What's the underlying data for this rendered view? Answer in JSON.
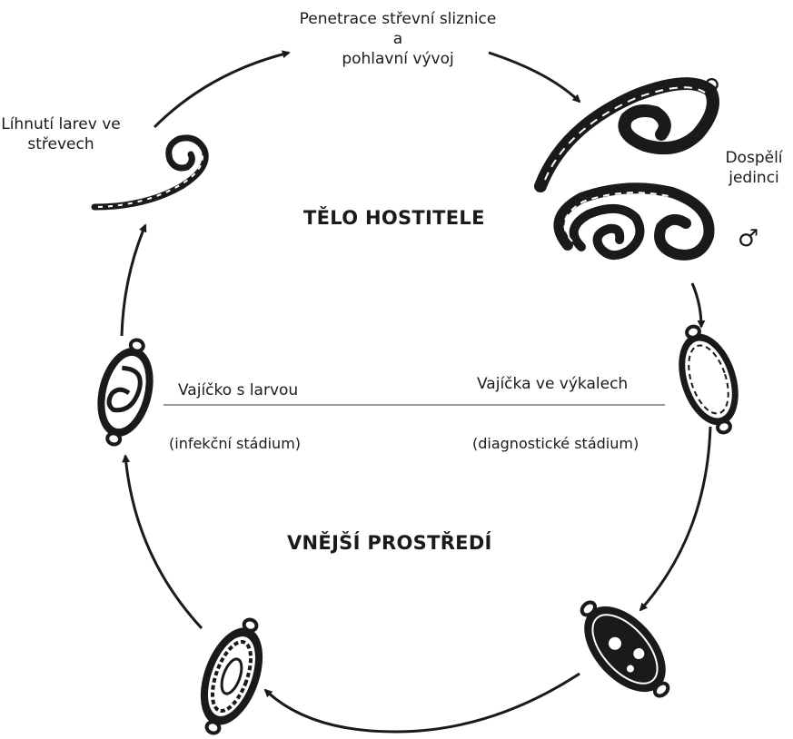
{
  "labels": {
    "penetration_line1": "Penetrace střevní sliznice",
    "penetration_line2": "a",
    "penetration_line3": "pohlavní vývoj",
    "hatching_line1": "Líhnutí larev ve",
    "hatching_line2": "střevech",
    "adults_line1": "Dospělí",
    "adults_line2": "jedinci",
    "female_symbol": "♀",
    "male_symbol": "♂",
    "egg_larva": "Vajíčko s larvou",
    "infective_stage": "(infekční stádium)",
    "eggs_feces": "Vajíčka ve výkalech",
    "diagnostic_stage": "(diagnostické stádium)"
  },
  "regions": {
    "host_body": "TĚLO HOSTITELE",
    "external_environment": "VNĚJŠÍ PROSTŘEDÍ"
  },
  "icons": [
    "larva-icon",
    "adult-female-worm-icon",
    "adult-male-worm-icon",
    "egg-feces-icon",
    "embryonating-egg-icon",
    "developing-egg-icon",
    "larvated-egg-icon"
  ],
  "colors": {
    "ink": "#1a1a1a",
    "divider": "#9a9a9a",
    "background": "#ffffff"
  }
}
